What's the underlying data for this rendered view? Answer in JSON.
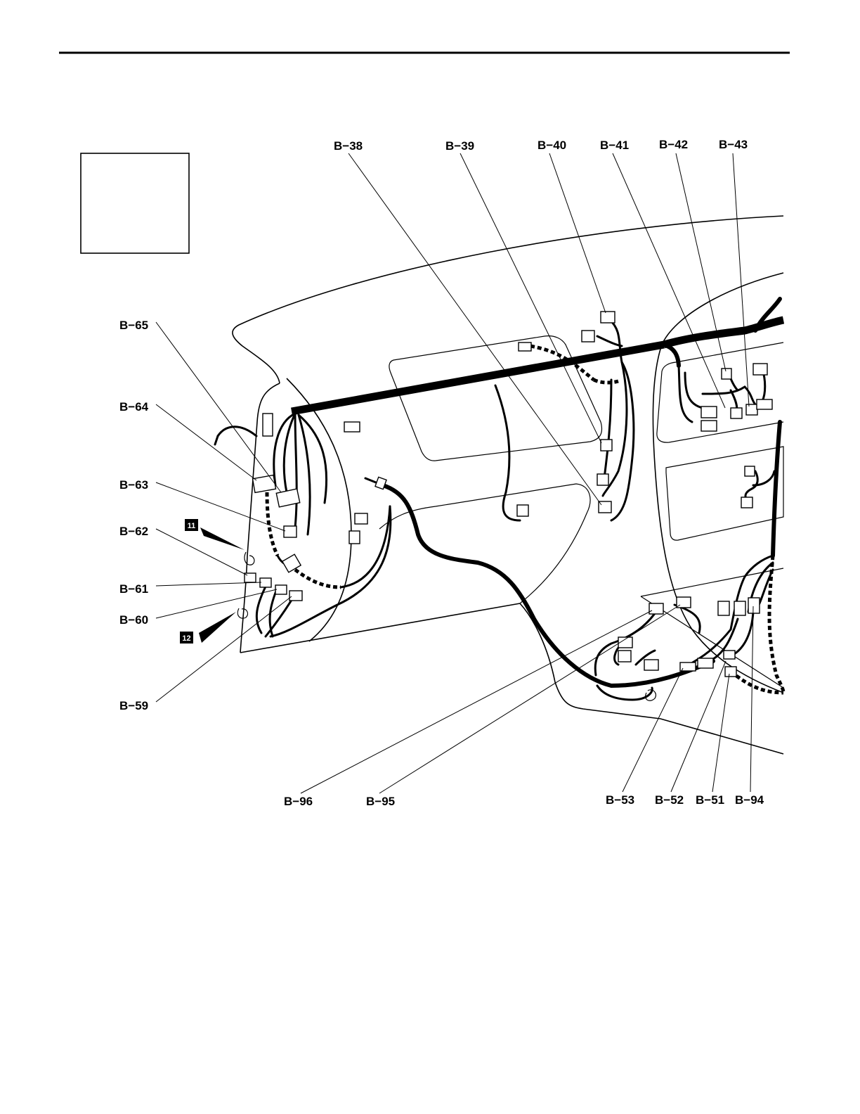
{
  "labels": {
    "b38": "B−38",
    "b39": "B−39",
    "b40": "B−40",
    "b41": "B−41",
    "b42": "B−42",
    "b43": "B−43",
    "b65": "B−65",
    "b64": "B−64",
    "b63": "B−63",
    "b62": "B−62",
    "b61": "B−61",
    "b60": "B−60",
    "b59": "B−59",
    "b96": "B−96",
    "b95": "B−95",
    "b53": "B−53",
    "b52": "B−52",
    "b51": "B−51",
    "b94": "B−94"
  },
  "ground_points": {
    "g11": "11",
    "g12": "12"
  }
}
